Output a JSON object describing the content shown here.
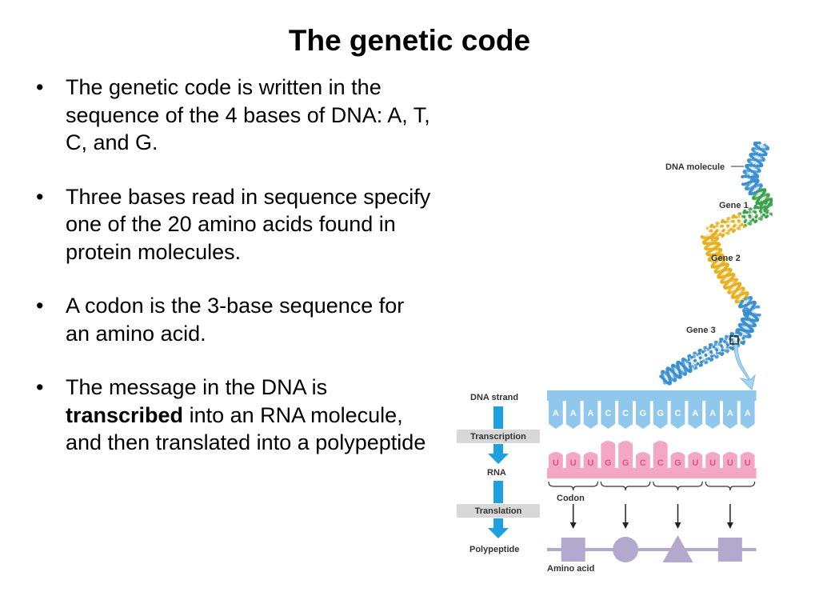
{
  "title": "The genetic code",
  "bullets": [
    {
      "text": "The genetic code is written in the sequence of the 4 bases of DNA: A, T, C, and G."
    },
    {
      "text": "Three bases read in sequence specify one of the 20 amino acids found in protein molecules."
    },
    {
      "text": "A codon is the 3-base sequence for an amino acid."
    },
    {
      "before": "The message in the DNA is ",
      "bold": "transcribed",
      "after": " into an RNA molecule, and then translated into a polypeptide"
    }
  ],
  "figure": {
    "dna_molecule_label": "DNA molecule",
    "gene1_label": "Gene  1",
    "gene2_label": "Gene  2",
    "gene3_label": "Gene  3",
    "dna_strand_label": "DNA strand",
    "transcription_label": "Transcription",
    "rna_label": "RNA",
    "translation_label": "Translation",
    "polypeptide_label": "Polypeptide",
    "codon_label": "Codon",
    "amino_acid_label": "Amino acid",
    "dna_bases": [
      "A",
      "A",
      "A",
      "C",
      "C",
      "G",
      "G",
      "C",
      "A",
      "A",
      "A",
      "A"
    ],
    "rna_bases": [
      "U",
      "U",
      "U",
      "G",
      "G",
      "C",
      "C",
      "G",
      "U",
      "U",
      "U",
      "U"
    ],
    "amino_acid_shapes": [
      "square",
      "circle",
      "triangle",
      "square"
    ],
    "colors": {
      "dna_blue": "#8fc8ec",
      "dna_blue_dark": "#3e8fc9",
      "rna_pink": "#f4a7c3",
      "rna_pink_dark": "#d9588a",
      "process_arrow": "#1e9fe0",
      "process_box": "#d8d8d8",
      "amino_acid": "#b3a9cf",
      "helix_green": "#3aa14a",
      "helix_yellow": "#e6b020",
      "helix_blue": "#3a8fd0"
    }
  }
}
